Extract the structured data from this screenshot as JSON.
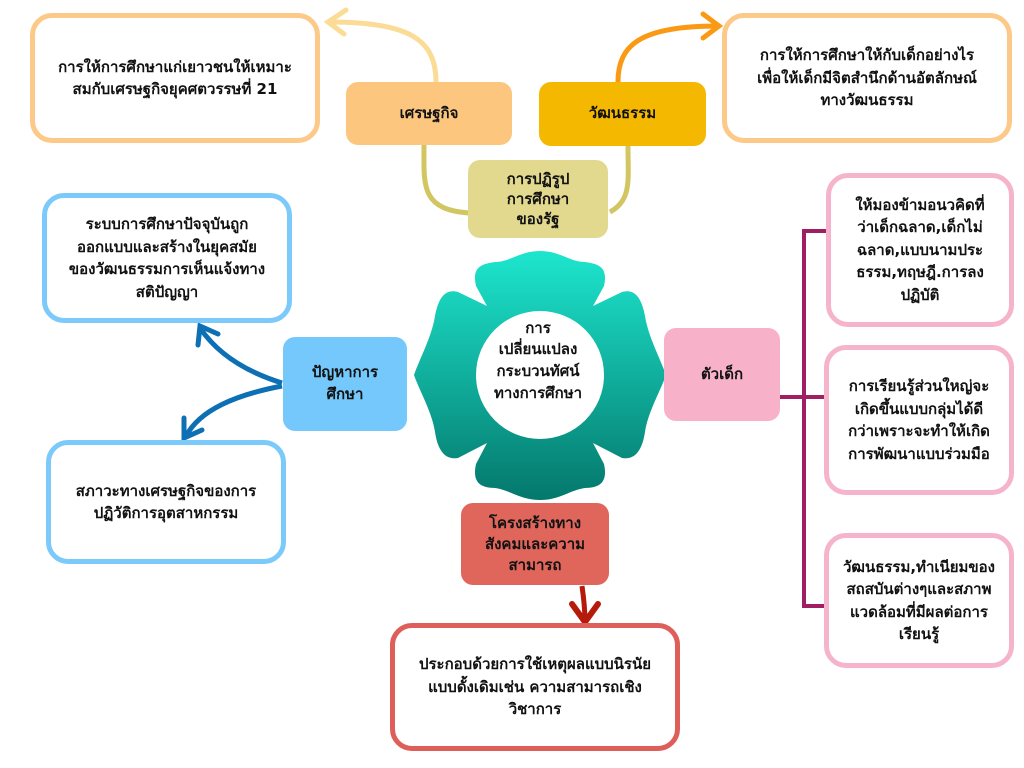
{
  "diagram": {
    "title": "การเปลี่ยนแปลงกระบวนทัศน์ทางการศึกษา",
    "center": {
      "label": "การ\nเปลี่ยนแปลง\nกระบวนทัศน์\nทางการศึกษา",
      "color_top": "#1de3cc",
      "color_bottom": "#047a6e"
    },
    "nodes": {
      "economy": {
        "label": "เศรษฐกิจ",
        "color": "#fcc67e"
      },
      "culture": {
        "label": "วัฒนธรรม",
        "color": "#f5b800"
      },
      "reform": {
        "label": "การปฏิรูป\nการศึกษา\nของรัฐ",
        "color": "#e3d98e"
      },
      "problem": {
        "label": "ปัญหาการ\nศึกษา",
        "color": "#74c8fb"
      },
      "child": {
        "label": "ตัวเด็ก",
        "color": "#f7b1c8"
      },
      "structure": {
        "label": "โครงสร้างทาง\nสังคมและความ\nสามารถ",
        "color": "#e0665c"
      }
    },
    "notes": {
      "economy_note": {
        "text": "การให้การศึกษาแก่เยาวชนให้เหมาะ\nสมกับเศรษฐกิจยุคศตวรรษที่ 21",
        "border": "#fdc989"
      },
      "culture_note": {
        "text": "การให้การศึกษาให้กับเด็กอย่างไร\nเพื่อให้เด็กมีจิตสำนึกด้านอัตลักษณ์\nทางวัฒนธรรม",
        "border": "#fdc989"
      },
      "problem_note_1": {
        "text": "ระบบการศึกษาปัจจุบันถูก\nออกแบบและสร้างในยุคสมัย\nของวัฒนธรรมการเห็นแจ้งทาง\nสติปัญญา",
        "border": "#7ccafa"
      },
      "problem_note_2": {
        "text": "สภาวะทางเศรษฐกิจของการ\nปฏิวัติการอุตสาหกรรม",
        "border": "#7ccafa"
      },
      "child_note_1": {
        "text": "ให้มองข้ามอนวคิดที่\nว่าเด็กฉลาด,เด็กไม่\nฉลาด,แบบนามประ\nธรรม,ทฤษฎี.การลง\nปฏิบัติ",
        "border": "#f6b4cc"
      },
      "child_note_2": {
        "text": "การเรียนรู้ส่วนใหญ่จะ\nเกิดขึ้นแบบกลุ่มได้ดี\nกว่าเพราะจะทำให้เกิด\nการพัฒนาแบบร่วมมือ",
        "border": "#f6b4cc"
      },
      "child_note_3": {
        "text": "วัฒนธรรม,ทำเนียมของ\nสถสบันต่างๆและสภาพ\nแวดล้อมที่มีผลต่อการ\nเรียนรู้",
        "border": "#f6b4cc"
      },
      "structure_note": {
        "text": "ประกอบด้วยการใช้เหตุผลแบบนิรนัย\nแบบดั้งเดิมเช่น ความสามารถเชิง\nวิชาการ",
        "border": "#de5e5a"
      }
    },
    "connectors": {
      "economy_arrow": "#fbdc96",
      "culture_arrow": "#fa9a14",
      "reform_link": "#d2c663",
      "problem_arrows": "#0d70b5",
      "child_bracket": "#a01e62",
      "structure_arrow": "#b51a0a"
    }
  }
}
